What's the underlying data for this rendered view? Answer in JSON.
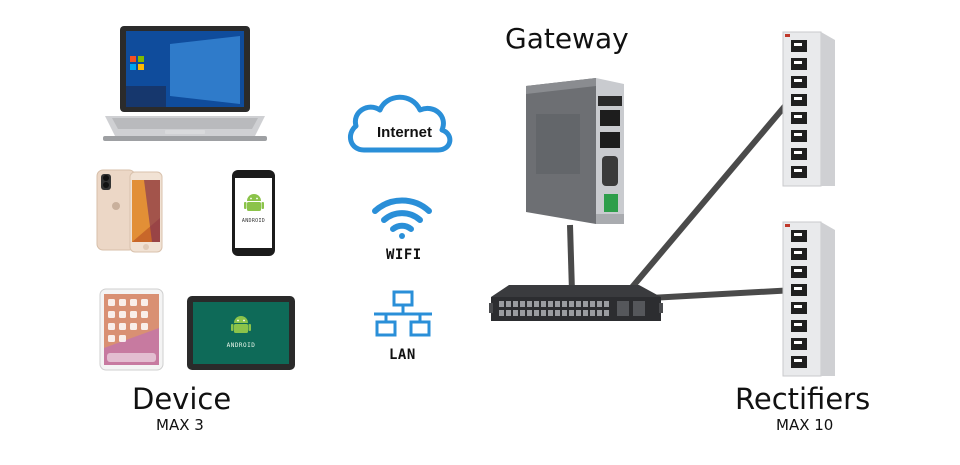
{
  "labels": {
    "gateway": "Gateway",
    "device": "Device",
    "device_max": "MAX 3",
    "rectifiers": "Rectifiers",
    "rectifiers_max": "MAX 10"
  },
  "connections": {
    "internet": "Internet",
    "wifi": "WIFI",
    "lan": "LAN"
  },
  "devices": {
    "android_phone_text": "ANDROID",
    "android_tablet_text": "ANDROID"
  },
  "colors": {
    "accent_blue": "#2a8fd8",
    "cable": "#4a4a4a",
    "android_green": "#8bc34a"
  }
}
